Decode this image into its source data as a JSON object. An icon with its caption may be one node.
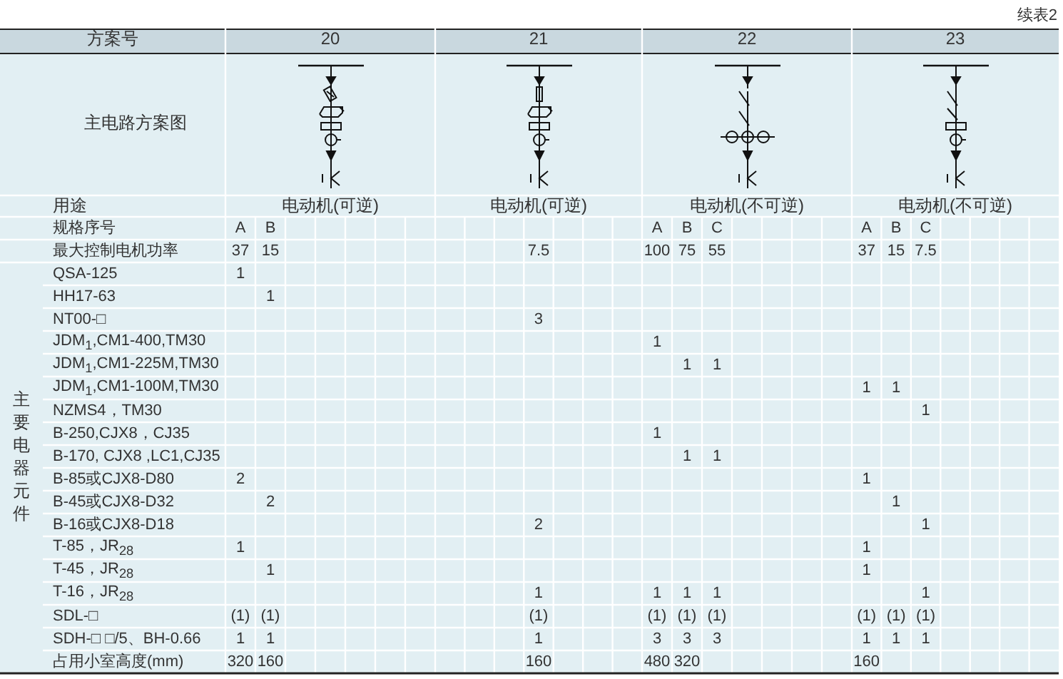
{
  "diagram": {
    "title": "续表2",
    "labels": [
      "方案号",
      "20",
      "21",
      "22",
      "23",
      "主电路方案图",
      "用途",
      "电动机(可逆)",
      "电动机(可逆)",
      "电动机(不可逆)",
      "电动机(不可逆)",
      "规格序号",
      "A",
      "B",
      "A",
      "B",
      "C",
      "A",
      "B",
      "C",
      "最大控制电机功率",
      "37",
      "15",
      "7.5",
      "100",
      "75",
      "55",
      "37",
      "15",
      "7.5",
      "主要电器元件",
      "QSA-125",
      "1",
      "HH17-63",
      "1",
      "NT00-□",
      "3",
      "JDM$_{1}$,CM1-400,TM30",
      "1",
      "JDM$_{1}$,CM1-225M,TM30",
      "1",
      "1",
      "JDM$_{1}$,CM1-100M,TM30",
      "1",
      "1",
      "NZMS4，TM30",
      "1",
      "B-250,CJX8，CJ35",
      "1",
      "B-170, CJX8 ,LC1,CJ35",
      "1",
      "1",
      "B-85或CJX8-D80",
      "2",
      "1",
      "B-45或CJX8-D32",
      "2",
      "1",
      "B-16或CJX8-D18",
      "2",
      "1",
      "T-85，JR$_{28}$",
      "1",
      "1",
      "T-45，JR$_{28}$",
      "1",
      "1",
      "T-16，JR$_{28}$",
      "1",
      "1",
      "1",
      "1",
      "1",
      "SDL-□",
      "(1)",
      "(1)",
      "(1)",
      "(1)",
      "(1)",
      "(1)",
      "(1)",
      "(1)",
      "(1)",
      "SDH-□ □/5、BH-0.66",
      "1",
      "1",
      "1",
      "3",
      "3",
      "3",
      "1",
      "1",
      "1",
      "占用小室高度(mm)",
      "320",
      "160",
      "160",
      "480",
      "320",
      "160"
    ]
  }
}
